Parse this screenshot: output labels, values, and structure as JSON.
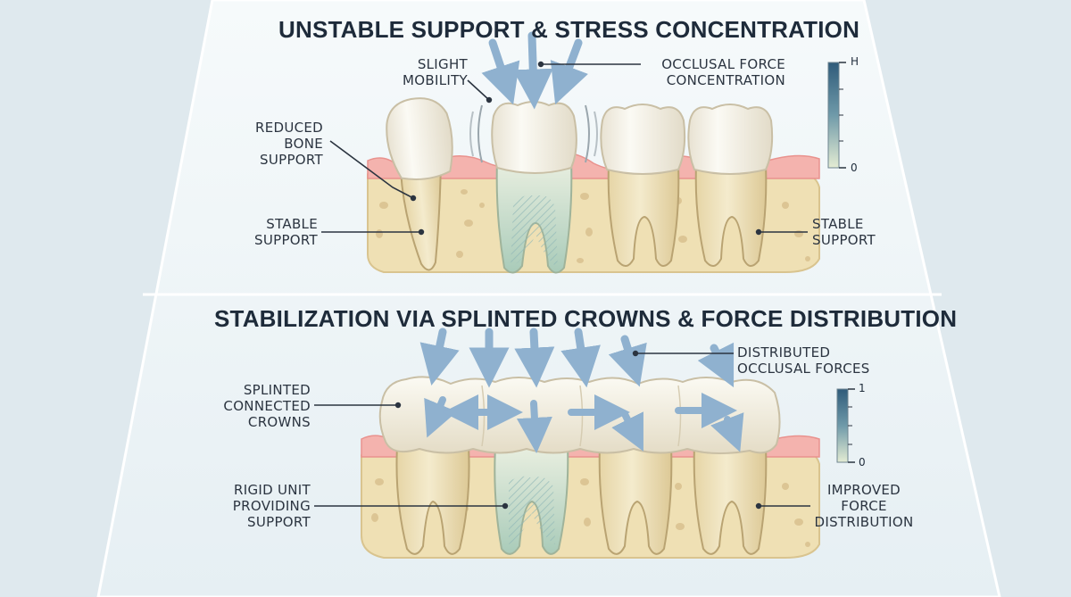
{
  "top": {
    "title": "UNSTABLE SUPPORT & STRESS CONCENTRATION",
    "labels": {
      "slight_mobility": [
        "SLIGHT",
        "MOBILITY"
      ],
      "occlusal_force": [
        "OCCLUSAL FORCE",
        "CONCENTRATION"
      ],
      "reduced_bone": [
        "REDUCED",
        "BONE",
        "SUPPORT"
      ],
      "stable_left": [
        "STABLE",
        "SUPPORT"
      ],
      "stable_right": [
        "STABLE",
        "SUPPORT"
      ]
    },
    "scale": {
      "max": "H",
      "min": "0"
    }
  },
  "bottom": {
    "title": "STABILIZATION VIA SPLINTED CROWNS & FORCE DISTRIBUTION",
    "labels": {
      "distributed": [
        "DISTRIBUTED",
        "OCCLUSAL FORCES"
      ],
      "splinted": [
        "SPLINTED",
        "CONNECTED",
        "CROWNS"
      ],
      "rigid": [
        "RIGID UNIT",
        "PROVIDING",
        "SUPPORT"
      ],
      "improved": [
        "IMPROVED",
        "FORCE",
        "DISTRIBUTION"
      ]
    },
    "scale": {
      "max": "1",
      "min": "0"
    }
  },
  "colors": {
    "enamel": "#f7f4ea",
    "root": "#efe3bf",
    "gum": "#f1a9a6",
    "bone": "#f0e2b9",
    "arrow": "#8fb1cf",
    "stress_tint": "#b7d4c1"
  }
}
